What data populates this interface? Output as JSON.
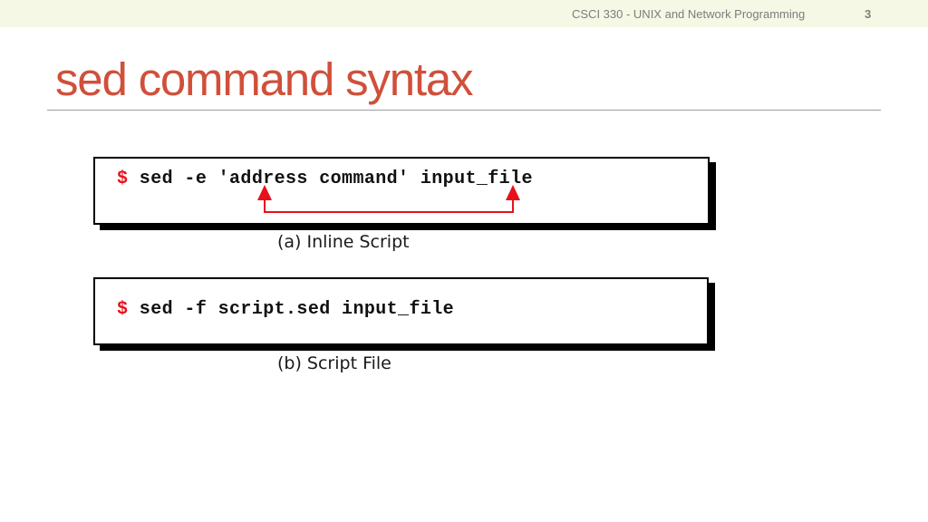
{
  "header": {
    "course_title": "CSCI 330 - UNIX and Network Programming",
    "slide_number": "3",
    "band_color": "#f5f8e4"
  },
  "slide": {
    "title": "sed command syntax",
    "title_color": "#d0503a"
  },
  "figures": [
    {
      "prompt": "$",
      "command": " sed -e 'address command' input_file",
      "caption": "(a) Inline Script",
      "annotation": "arrows-marking-quoted-script",
      "annotation_color": "#e8101a"
    },
    {
      "prompt": "$",
      "command": " sed -f script.sed input_file",
      "caption": "(b) Script File"
    }
  ]
}
